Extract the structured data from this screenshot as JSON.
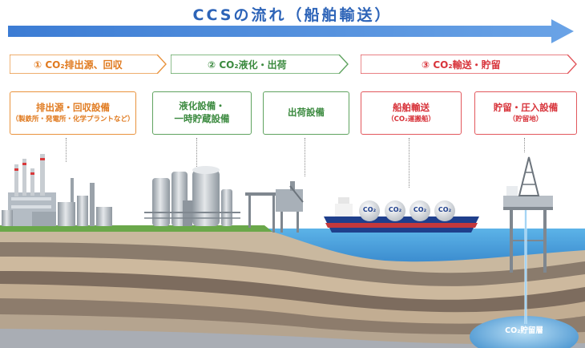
{
  "title": "CCSの流れ（船舶輸送）",
  "stages": [
    {
      "label": "①  CO₂排出源、回収"
    },
    {
      "label": "②  CO₂液化・出荷"
    },
    {
      "label": "③  CO₂輸送・貯留"
    }
  ],
  "boxes": {
    "emission": {
      "line1": "排出源・回収設備",
      "line2": "（製鉄所・発電所・化学プラントなど）"
    },
    "liquefaction": {
      "line1": "液化設備・",
      "line2": "一時貯蔵設備"
    },
    "shipping": {
      "line1": "出荷設備"
    },
    "ship": {
      "line1": "船舶輸送",
      "line2": "（CO₂運搬船）"
    },
    "storage": {
      "line1": "貯留・圧入設備",
      "line2": "（貯留地）"
    }
  },
  "ship_tanks": [
    "CO₂",
    "CO₂",
    "CO₂",
    "CO₂"
  ],
  "reservoir_label": "CO₂貯留層",
  "colors": {
    "flow_arrow": "#4a86d8",
    "stage1": "#e9933d",
    "stage2": "#4f9a55",
    "stage3": "#e2575c",
    "sea": "#3e9ad8",
    "ship_hull": "#1f3f8c"
  }
}
